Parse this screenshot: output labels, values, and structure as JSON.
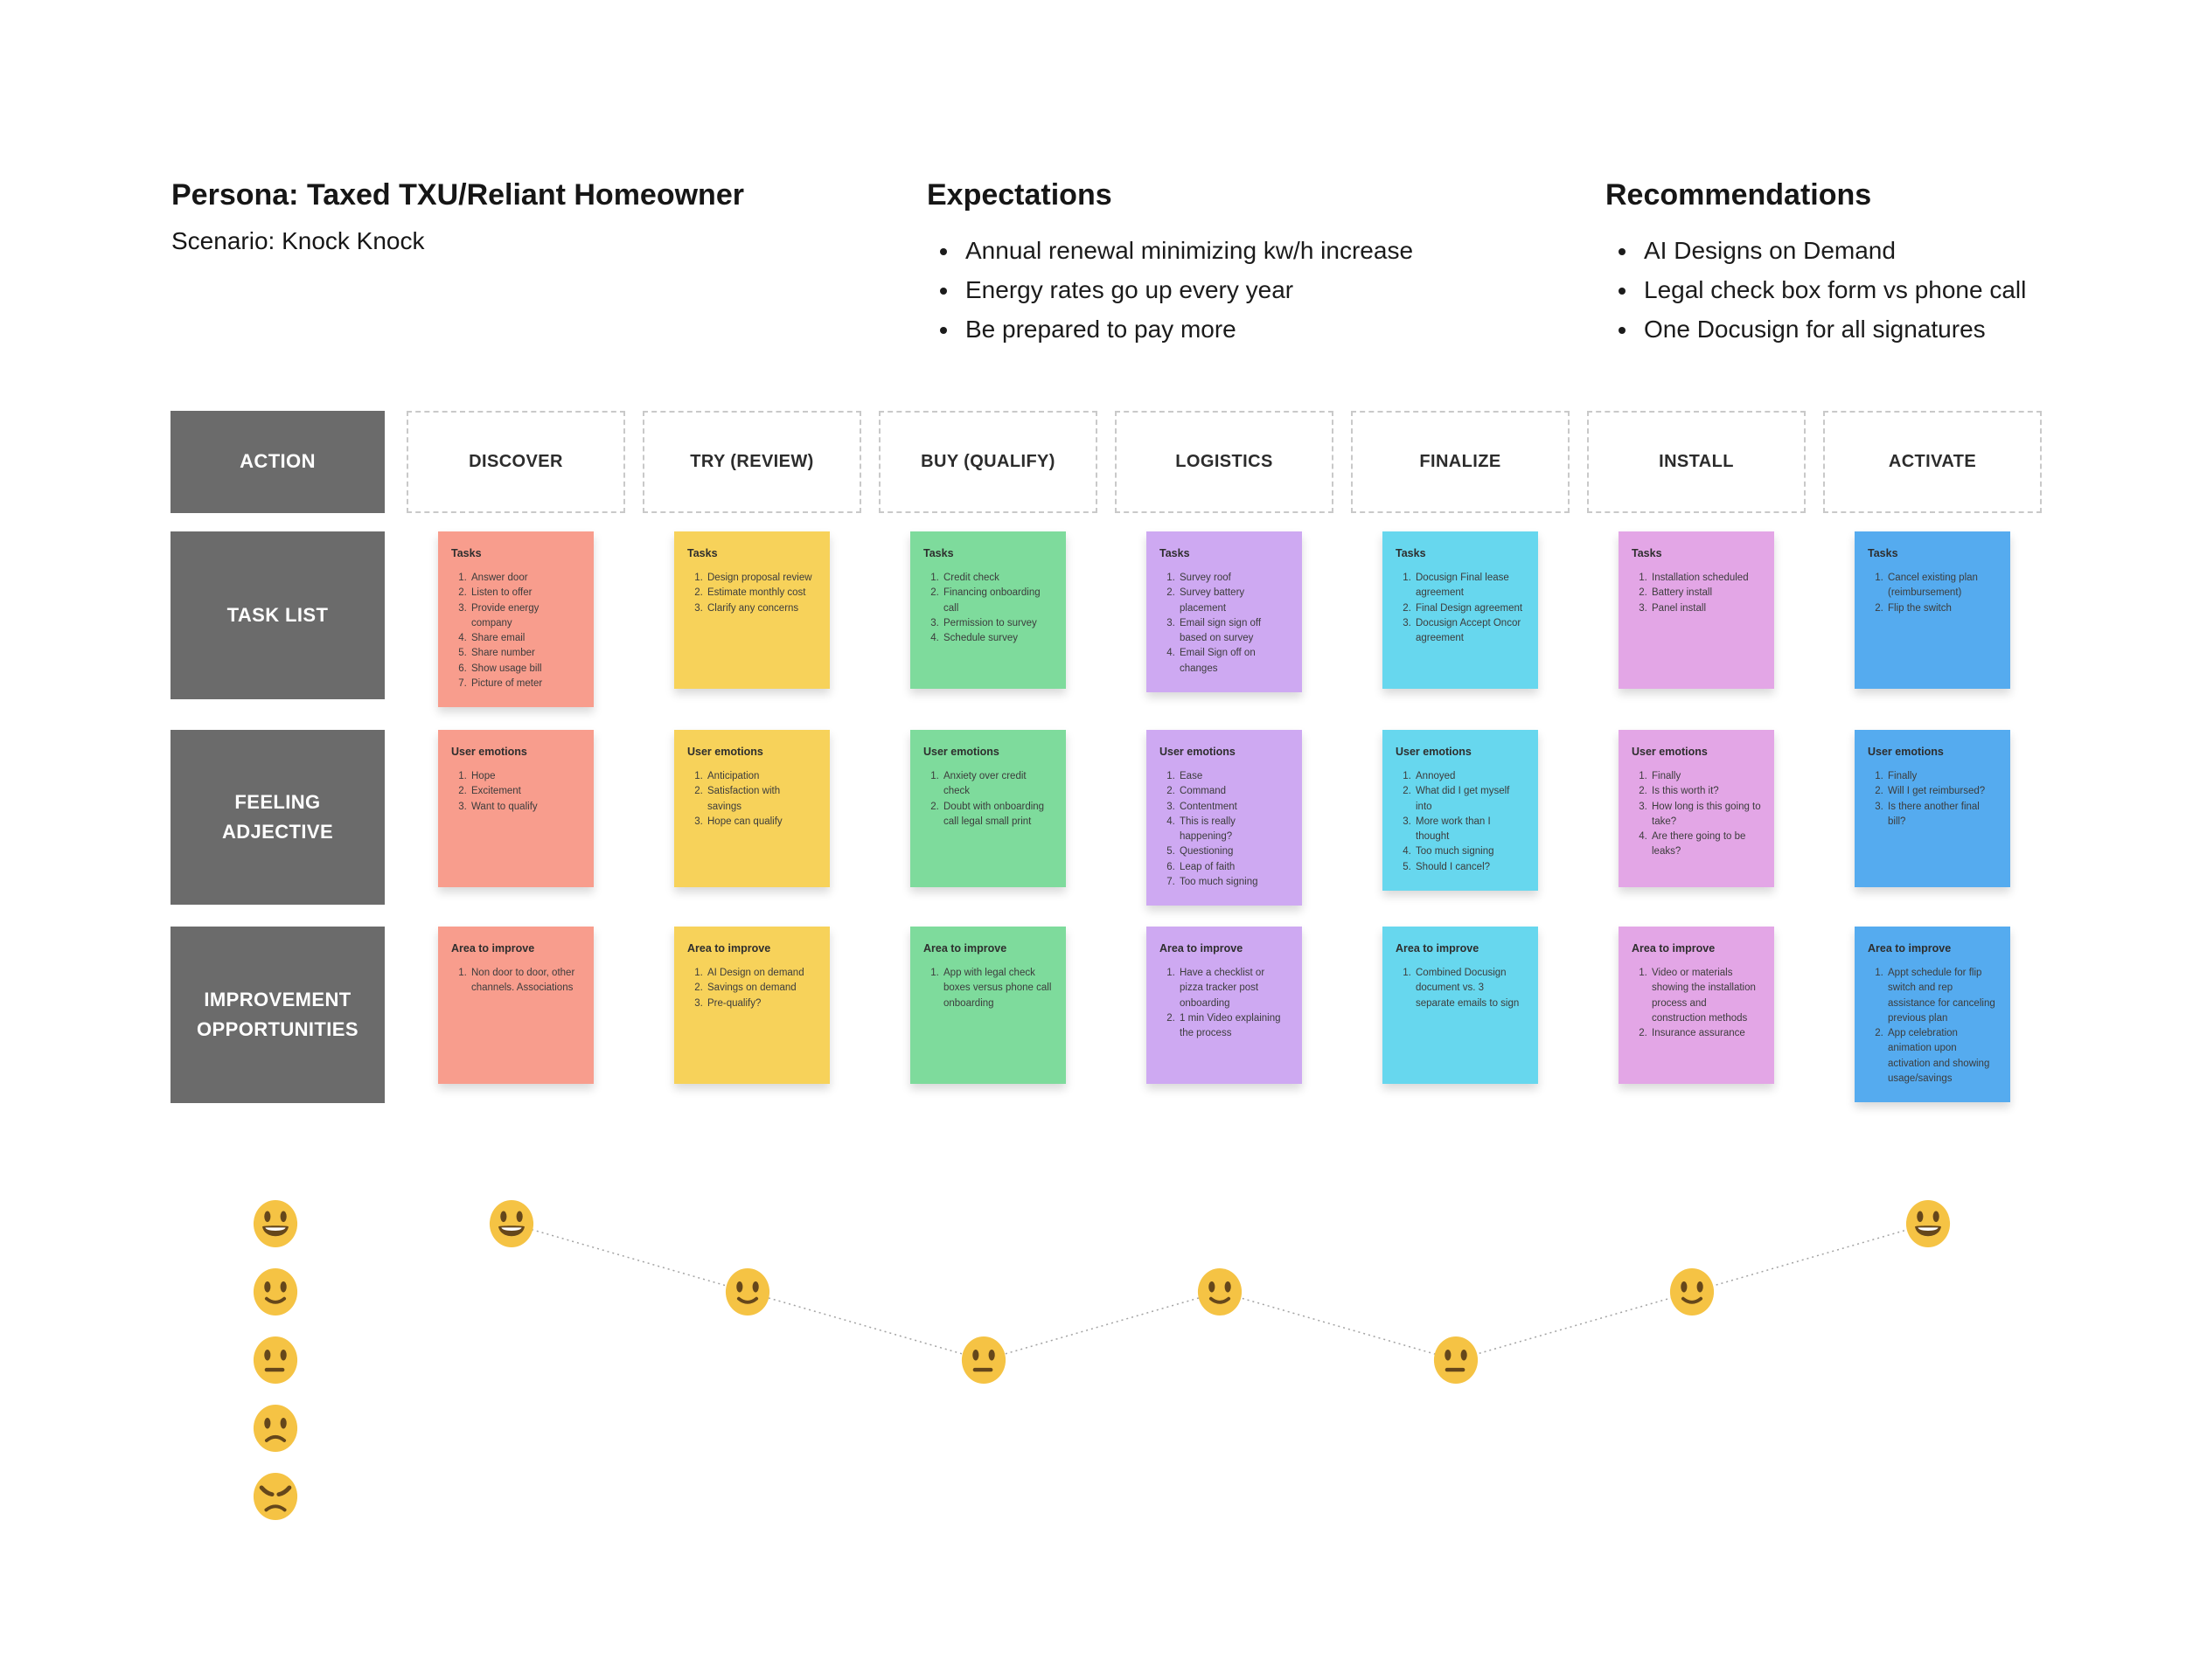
{
  "header": {
    "persona": "Persona: Taxed TXU/Reliant Homeowner",
    "scenario": "Scenario: Knock Knock",
    "expectations": {
      "title": "Expectations",
      "items": [
        "Annual renewal minimizing kw/h increase",
        "Energy rates go up every year",
        "Be prepared to pay more"
      ]
    },
    "recommendations": {
      "title": "Recommendations",
      "items": [
        "AI Designs on Demand",
        "Legal check box form vs phone call",
        "One Docusign for all signatures"
      ]
    }
  },
  "matrix": {
    "row_labels": {
      "action": "ACTION",
      "tasks": "TASK LIST",
      "feelings": "FEELING ADJECTIVE",
      "improvements": "IMPROVEMENT OPPORTUNITIES"
    },
    "sticky_titles": {
      "tasks": "Tasks",
      "emotions": "User emotions",
      "improve": "Area to improve"
    },
    "stages": [
      {
        "name": "DISCOVER",
        "color": "#F89D8D",
        "tasks": [
          "Answer door",
          "Listen to offer",
          "Provide energy company",
          "Share email",
          "Share number",
          "Show usage bill",
          "Picture of meter"
        ],
        "emotions": [
          "Hope",
          "Excitement",
          "Want to qualify"
        ],
        "improve": [
          "Non door to door, other channels. Associations"
        ]
      },
      {
        "name": "TRY (REVIEW)",
        "color": "#F7D25A",
        "tasks": [
          "Design proposal review",
          "Estimate monthly cost",
          "Clarify any concerns"
        ],
        "emotions": [
          "Anticipation",
          "Satisfaction with savings",
          "Hope can qualify"
        ],
        "improve": [
          "AI Design on demand",
          "Savings on demand",
          "Pre-qualify?"
        ]
      },
      {
        "name": "BUY (QUALIFY)",
        "color": "#7EDB9C",
        "tasks": [
          "Credit check",
          "Financing onboarding call",
          "Permission to survey",
          "Schedule survey"
        ],
        "emotions": [
          "Anxiety over credit check",
          "Doubt with onboarding call legal small print"
        ],
        "improve": [
          "App with legal check boxes versus phone call onboarding"
        ]
      },
      {
        "name": "LOGISTICS",
        "color": "#CEA9F2",
        "tasks": [
          "Survey roof",
          "Survey battery placement",
          "Email sign sign off based on survey",
          "Email Sign off on changes"
        ],
        "emotions": [
          "Ease",
          "Command",
          "Contentment",
          "This is really happening?",
          "Questioning",
          "Leap of faith",
          "Too much signing"
        ],
        "improve": [
          "Have a checklist or pizza tracker post onboarding",
          "1 min Video explaining the process"
        ]
      },
      {
        "name": "FINALIZE",
        "color": "#67D7EE",
        "tasks": [
          "Docusign Final lease agreement",
          "Final Design agreement",
          "Docusign Accept Oncor agreement"
        ],
        "emotions": [
          "Annoyed",
          "What did I get myself into",
          "More work than I thought",
          "Too much signing",
          "Should I cancel?"
        ],
        "improve": [
          "Combined Docusign document vs. 3 separate emails to sign"
        ]
      },
      {
        "name": "INSTALL",
        "color": "#E3A6E6",
        "tasks": [
          "Installation scheduled",
          "Battery install",
          "Panel install"
        ],
        "emotions": [
          "Finally",
          "Is this worth it?",
          "How long is this going to take?",
          "Are there going to be leaks?"
        ],
        "improve": [
          "Video or materials showing the installation process and construction methods",
          "Insurance assurance"
        ]
      },
      {
        "name": "ACTIVATE",
        "color": "#55ABEF",
        "tasks": [
          "Cancel existing plan (reimbursement)",
          "Flip the switch"
        ],
        "emotions": [
          "Finally",
          "Will I get reimbursed?",
          "Is there another final bill?"
        ],
        "improve": [
          "Appt schedule for flip switch and rep assistance for canceling previous plan",
          "App celebration animation upon activation and showing usage/savings"
        ]
      }
    ]
  },
  "journey": {
    "scale": [
      "grin",
      "smile",
      "neutral",
      "frown",
      "angry"
    ],
    "points": [
      {
        "stage": "DISCOVER",
        "mood": "grin",
        "level": 1
      },
      {
        "stage": "TRY (REVIEW)",
        "mood": "smile",
        "level": 2
      },
      {
        "stage": "BUY (QUALIFY)",
        "mood": "neutral",
        "level": 3
      },
      {
        "stage": "LOGISTICS",
        "mood": "smile",
        "level": 2
      },
      {
        "stage": "FINALIZE",
        "mood": "neutral",
        "level": 3
      },
      {
        "stage": "INSTALL",
        "mood": "smile",
        "level": 2
      },
      {
        "stage": "ACTIVATE",
        "mood": "grin",
        "level": 1
      }
    ]
  }
}
